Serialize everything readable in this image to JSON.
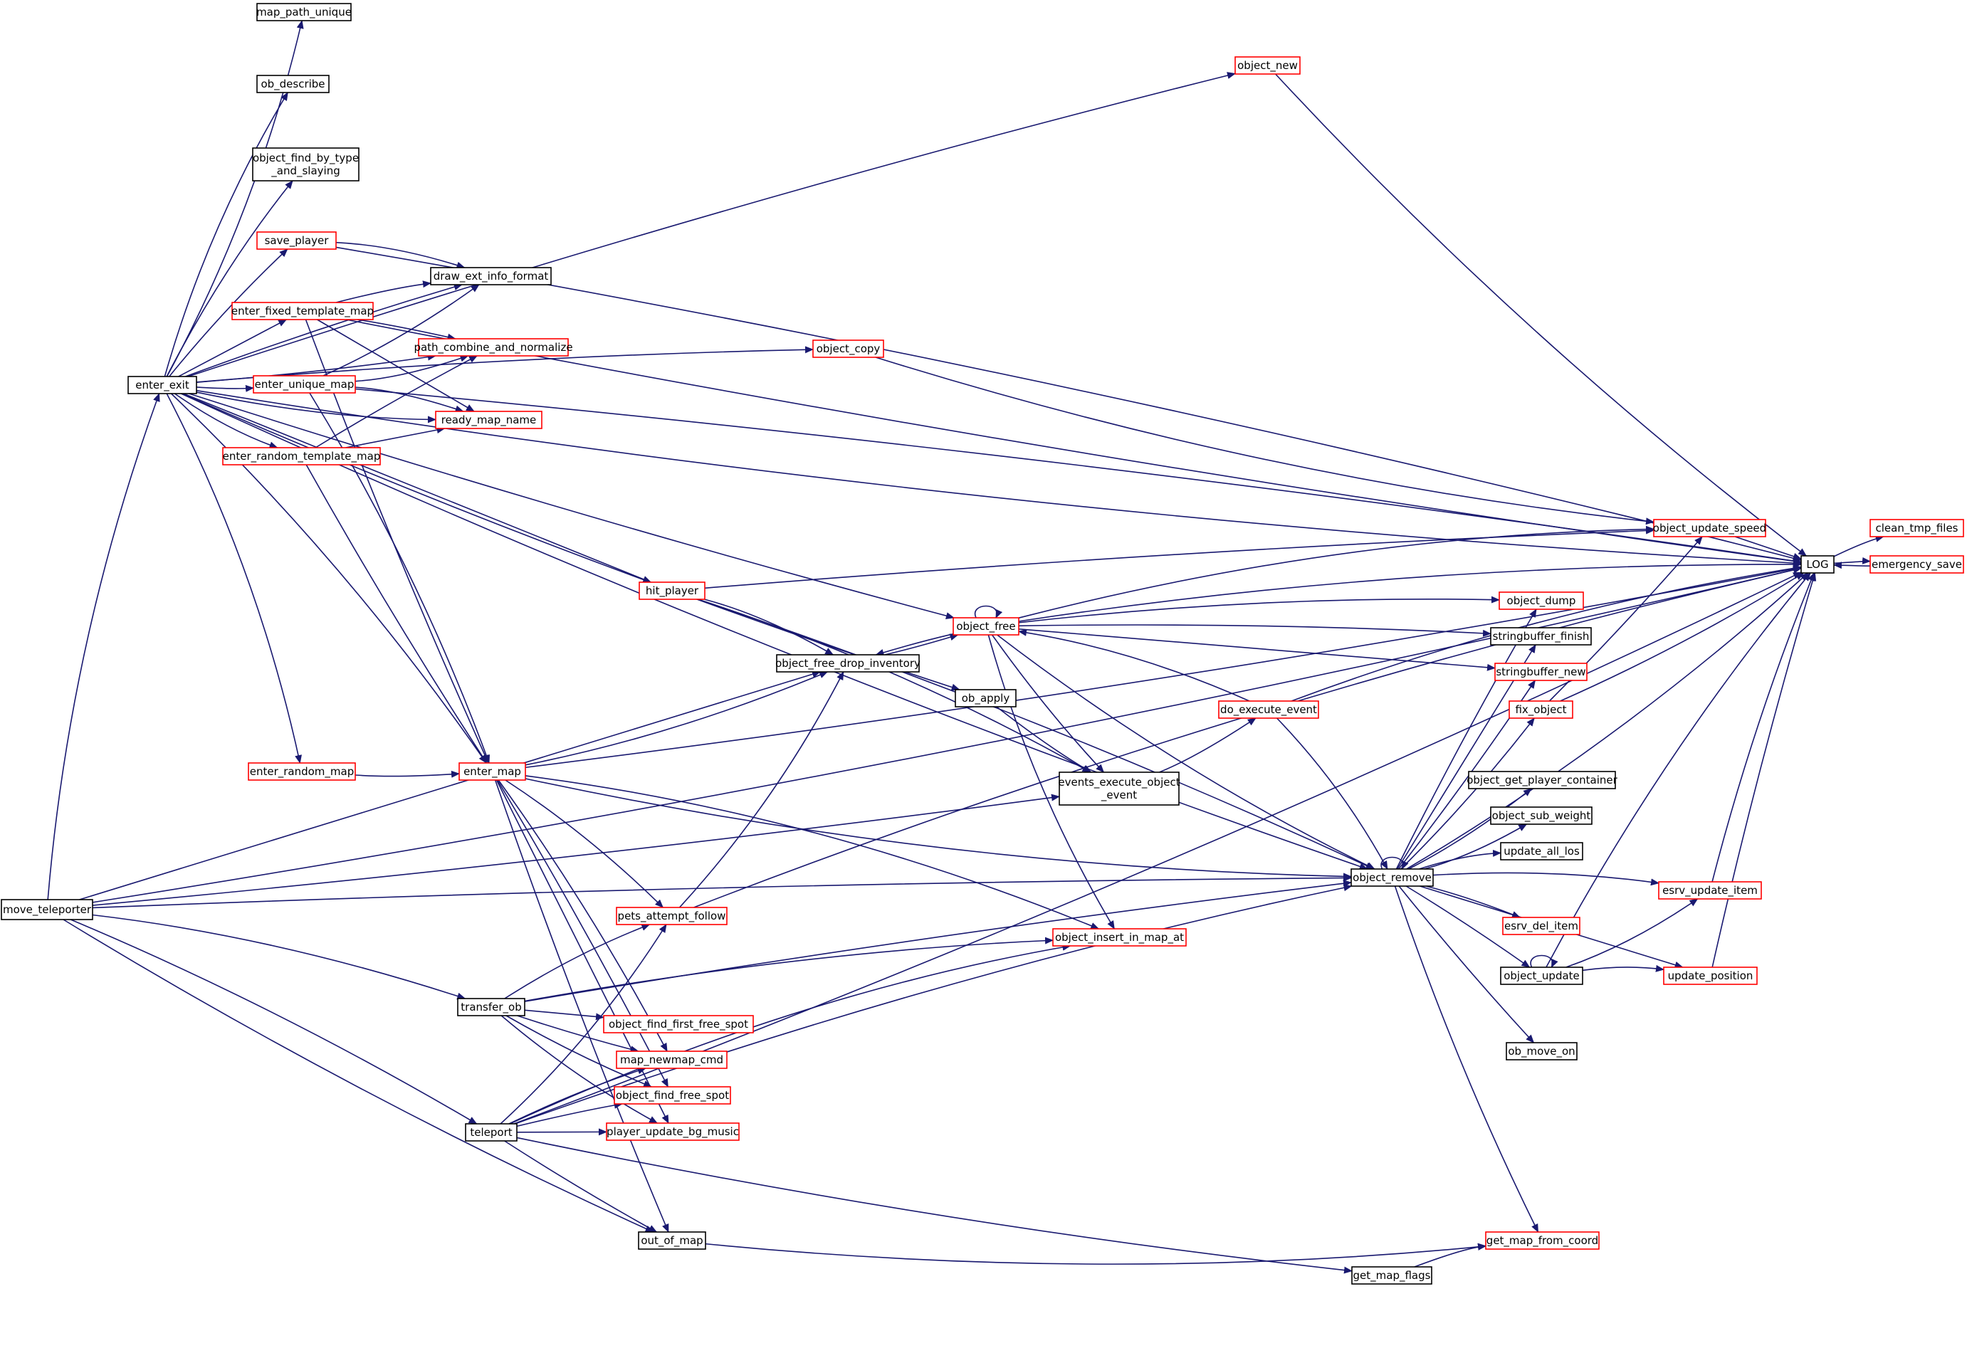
{
  "graph": {
    "edge_color": "#191970",
    "node_fill": "#ffffff",
    "complete_border_color": "#000000",
    "truncated_border_color": "#ff0000",
    "nodes": [
      {
        "id": "move_teleporter",
        "label": [
          "move_teleporter"
        ],
        "root": true
      },
      {
        "id": "enter_exit",
        "label": [
          "enter_exit"
        ]
      },
      {
        "id": "map_path_unique",
        "label": [
          "map_path_unique"
        ]
      },
      {
        "id": "ob_describe",
        "label": [
          "ob_describe"
        ]
      },
      {
        "id": "object_find_by_type_and_slaying",
        "label": [
          "object_find_by_type",
          "_and_slaying"
        ]
      },
      {
        "id": "save_player",
        "label": [
          "save_player"
        ],
        "truncated": true
      },
      {
        "id": "draw_ext_info_format",
        "label": [
          "draw_ext_info_format"
        ]
      },
      {
        "id": "enter_fixed_template_map",
        "label": [
          "enter_fixed_template_map"
        ],
        "truncated": true
      },
      {
        "id": "path_combine_and_normalize",
        "label": [
          "path_combine_and_normalize"
        ],
        "truncated": true
      },
      {
        "id": "enter_unique_map",
        "label": [
          "enter_unique_map"
        ],
        "truncated": true
      },
      {
        "id": "ready_map_name",
        "label": [
          "ready_map_name"
        ],
        "truncated": true
      },
      {
        "id": "enter_random_template_map",
        "label": [
          "enter_random_template_map"
        ],
        "truncated": true
      },
      {
        "id": "enter_random_map",
        "label": [
          "enter_random_map"
        ],
        "truncated": true
      },
      {
        "id": "enter_map",
        "label": [
          "enter_map"
        ],
        "truncated": true
      },
      {
        "id": "object_new",
        "label": [
          "object_new"
        ],
        "truncated": true
      },
      {
        "id": "object_copy",
        "label": [
          "object_copy"
        ],
        "truncated": true
      },
      {
        "id": "hit_player",
        "label": [
          "hit_player"
        ],
        "truncated": true
      },
      {
        "id": "object_free",
        "label": [
          "object_free"
        ],
        "truncated": true
      },
      {
        "id": "object_free_drop_inventory",
        "label": [
          "object_free_drop_inventory"
        ]
      },
      {
        "id": "ob_apply",
        "label": [
          "ob_apply"
        ]
      },
      {
        "id": "events_execute_object_event",
        "label": [
          "events_execute_object",
          "_event"
        ]
      },
      {
        "id": "do_execute_event",
        "label": [
          "do_execute_event"
        ],
        "truncated": true
      },
      {
        "id": "object_remove",
        "label": [
          "object_remove"
        ]
      },
      {
        "id": "object_insert_in_map_at",
        "label": [
          "object_insert_in_map_at"
        ],
        "truncated": true
      },
      {
        "id": "pets_attempt_follow",
        "label": [
          "pets_attempt_follow"
        ],
        "truncated": true
      },
      {
        "id": "transfer_ob",
        "label": [
          "transfer_ob"
        ]
      },
      {
        "id": "object_find_first_free_spot",
        "label": [
          "object_find_first_free_spot"
        ],
        "truncated": true
      },
      {
        "id": "map_newmap_cmd",
        "label": [
          "map_newmap_cmd"
        ],
        "truncated": true
      },
      {
        "id": "object_find_free_spot",
        "label": [
          "object_find_free_spot"
        ],
        "truncated": true
      },
      {
        "id": "player_update_bg_music",
        "label": [
          "player_update_bg_music"
        ],
        "truncated": true
      },
      {
        "id": "teleport",
        "label": [
          "teleport"
        ]
      },
      {
        "id": "out_of_map",
        "label": [
          "out_of_map"
        ]
      },
      {
        "id": "get_map_flags",
        "label": [
          "get_map_flags"
        ]
      },
      {
        "id": "get_map_from_coord",
        "label": [
          "get_map_from_coord"
        ],
        "truncated": true
      },
      {
        "id": "LOG",
        "label": [
          "LOG"
        ]
      },
      {
        "id": "clean_tmp_files",
        "label": [
          "clean_tmp_files"
        ],
        "truncated": true
      },
      {
        "id": "emergency_save",
        "label": [
          "emergency_save"
        ],
        "truncated": true
      },
      {
        "id": "object_update_speed",
        "label": [
          "object_update_speed"
        ],
        "truncated": true
      },
      {
        "id": "object_dump",
        "label": [
          "object_dump"
        ],
        "truncated": true
      },
      {
        "id": "stringbuffer_finish",
        "label": [
          "stringbuffer_finish"
        ]
      },
      {
        "id": "stringbuffer_new",
        "label": [
          "stringbuffer_new"
        ],
        "truncated": true
      },
      {
        "id": "fix_object",
        "label": [
          "fix_object"
        ],
        "truncated": true
      },
      {
        "id": "object_get_player_container",
        "label": [
          "object_get_player_container"
        ]
      },
      {
        "id": "object_sub_weight",
        "label": [
          "object_sub_weight"
        ]
      },
      {
        "id": "update_all_los",
        "label": [
          "update_all_los"
        ]
      },
      {
        "id": "esrv_update_item",
        "label": [
          "esrv_update_item"
        ],
        "truncated": true
      },
      {
        "id": "esrv_del_item",
        "label": [
          "esrv_del_item"
        ],
        "truncated": true
      },
      {
        "id": "object_update",
        "label": [
          "object_update"
        ]
      },
      {
        "id": "update_position",
        "label": [
          "update_position"
        ],
        "truncated": true
      },
      {
        "id": "ob_move_on",
        "label": [
          "ob_move_on"
        ]
      }
    ],
    "edges": [
      [
        "move_teleporter",
        "enter_exit"
      ],
      [
        "move_teleporter",
        "transfer_ob"
      ],
      [
        "move_teleporter",
        "teleport"
      ],
      [
        "move_teleporter",
        "object_remove"
      ],
      [
        "move_teleporter",
        "object_free_drop_inventory"
      ],
      [
        "move_teleporter",
        "events_execute_object_event"
      ],
      [
        "move_teleporter",
        "out_of_map"
      ],
      [
        "move_teleporter",
        "LOG"
      ],
      [
        "enter_exit",
        "map_path_unique"
      ],
      [
        "enter_exit",
        "ob_describe"
      ],
      [
        "enter_exit",
        "object_find_by_type_and_slaying"
      ],
      [
        "enter_exit",
        "save_player"
      ],
      [
        "enter_exit",
        "draw_ext_info_format"
      ],
      [
        "enter_exit",
        "enter_fixed_template_map"
      ],
      [
        "enter_exit",
        "path_combine_and_normalize"
      ],
      [
        "enter_exit",
        "enter_unique_map"
      ],
      [
        "enter_exit",
        "ready_map_name"
      ],
      [
        "enter_exit",
        "enter_random_template_map"
      ],
      [
        "enter_exit",
        "enter_random_map"
      ],
      [
        "enter_exit",
        "enter_map"
      ],
      [
        "enter_exit",
        "object_new"
      ],
      [
        "enter_exit",
        "object_copy"
      ],
      [
        "enter_exit",
        "hit_player"
      ],
      [
        "enter_exit",
        "object_free"
      ],
      [
        "enter_exit",
        "ob_apply"
      ],
      [
        "enter_exit",
        "object_remove"
      ],
      [
        "enter_exit",
        "LOG"
      ],
      [
        "save_player",
        "draw_ext_info_format"
      ],
      [
        "save_player",
        "LOG"
      ],
      [
        "enter_fixed_template_map",
        "draw_ext_info_format"
      ],
      [
        "enter_fixed_template_map",
        "path_combine_and_normalize"
      ],
      [
        "enter_fixed_template_map",
        "ready_map_name"
      ],
      [
        "enter_fixed_template_map",
        "enter_map"
      ],
      [
        "enter_fixed_template_map",
        "LOG"
      ],
      [
        "enter_unique_map",
        "draw_ext_info_format"
      ],
      [
        "enter_unique_map",
        "path_combine_and_normalize"
      ],
      [
        "enter_unique_map",
        "ready_map_name"
      ],
      [
        "enter_unique_map",
        "enter_map"
      ],
      [
        "enter_unique_map",
        "LOG"
      ],
      [
        "enter_random_template_map",
        "path_combine_and_normalize"
      ],
      [
        "enter_random_template_map",
        "ready_map_name"
      ],
      [
        "enter_random_template_map",
        "enter_map"
      ],
      [
        "enter_random_map",
        "enter_map"
      ],
      [
        "enter_map",
        "object_free_drop_inventory"
      ],
      [
        "enter_map",
        "object_remove"
      ],
      [
        "enter_map",
        "object_insert_in_map_at"
      ],
      [
        "enter_map",
        "pets_attempt_follow"
      ],
      [
        "enter_map",
        "map_newmap_cmd"
      ],
      [
        "enter_map",
        "object_find_free_spot"
      ],
      [
        "enter_map",
        "player_update_bg_music"
      ],
      [
        "enter_map",
        "out_of_map"
      ],
      [
        "enter_map",
        "LOG"
      ],
      [
        "object_new",
        "LOG"
      ],
      [
        "object_copy",
        "object_update_speed"
      ],
      [
        "hit_player",
        "object_free_drop_inventory"
      ],
      [
        "hit_player",
        "events_execute_object_event"
      ],
      [
        "hit_player",
        "object_remove"
      ],
      [
        "hit_player",
        "object_update_speed"
      ],
      [
        "object_free",
        "object_free"
      ],
      [
        "object_free",
        "object_free_drop_inventory"
      ],
      [
        "object_free",
        "events_execute_object_event"
      ],
      [
        "object_free",
        "object_remove"
      ],
      [
        "object_free",
        "object_insert_in_map_at"
      ],
      [
        "object_free",
        "object_update_speed"
      ],
      [
        "object_free",
        "LOG"
      ],
      [
        "object_free",
        "object_dump"
      ],
      [
        "object_free",
        "stringbuffer_finish"
      ],
      [
        "object_free",
        "stringbuffer_new"
      ],
      [
        "object_free_drop_inventory",
        "object_free"
      ],
      [
        "ob_apply",
        "events_execute_object_event"
      ],
      [
        "events_execute_object_event",
        "do_execute_event"
      ],
      [
        "do_execute_event",
        "object_free"
      ],
      [
        "do_execute_event",
        "object_remove"
      ],
      [
        "do_execute_event",
        "LOG"
      ],
      [
        "object_remove",
        "object_remove"
      ],
      [
        "object_remove",
        "object_dump"
      ],
      [
        "object_remove",
        "stringbuffer_finish"
      ],
      [
        "object_remove",
        "stringbuffer_new"
      ],
      [
        "object_remove",
        "fix_object"
      ],
      [
        "object_remove",
        "object_get_player_container"
      ],
      [
        "object_remove",
        "object_sub_weight"
      ],
      [
        "object_remove",
        "update_all_los"
      ],
      [
        "object_remove",
        "esrv_update_item"
      ],
      [
        "object_remove",
        "esrv_del_item"
      ],
      [
        "object_remove",
        "object_update"
      ],
      [
        "object_remove",
        "update_position"
      ],
      [
        "object_remove",
        "ob_move_on"
      ],
      [
        "object_remove",
        "get_map_from_coord"
      ],
      [
        "object_remove",
        "LOG"
      ],
      [
        "pets_attempt_follow",
        "object_free_drop_inventory"
      ],
      [
        "pets_attempt_follow",
        "LOG"
      ],
      [
        "transfer_ob",
        "pets_attempt_follow"
      ],
      [
        "transfer_ob",
        "object_insert_in_map_at"
      ],
      [
        "transfer_ob",
        "object_remove"
      ],
      [
        "transfer_ob",
        "object_find_first_free_spot"
      ],
      [
        "transfer_ob",
        "map_newmap_cmd"
      ],
      [
        "transfer_ob",
        "object_find_free_spot"
      ],
      [
        "transfer_ob",
        "player_update_bg_music"
      ],
      [
        "teleport",
        "pets_attempt_follow"
      ],
      [
        "teleport",
        "object_insert_in_map_at"
      ],
      [
        "teleport",
        "object_remove"
      ],
      [
        "teleport",
        "map_newmap_cmd"
      ],
      [
        "teleport",
        "object_find_free_spot"
      ],
      [
        "teleport",
        "player_update_bg_music"
      ],
      [
        "teleport",
        "out_of_map"
      ],
      [
        "teleport",
        "get_map_flags"
      ],
      [
        "teleport",
        "LOG"
      ],
      [
        "out_of_map",
        "get_map_from_coord"
      ],
      [
        "get_map_flags",
        "get_map_from_coord"
      ],
      [
        "LOG",
        "clean_tmp_files"
      ],
      [
        "LOG",
        "emergency_save"
      ],
      [
        "emergency_save",
        "LOG"
      ],
      [
        "object_update_speed",
        "LOG"
      ],
      [
        "fix_object",
        "object_update_speed"
      ],
      [
        "fix_object",
        "LOG"
      ],
      [
        "object_update",
        "object_update"
      ],
      [
        "object_update",
        "esrv_update_item"
      ],
      [
        "object_update",
        "update_position"
      ],
      [
        "object_update",
        "LOG"
      ],
      [
        "esrv_update_item",
        "LOG"
      ],
      [
        "update_position",
        "LOG"
      ]
    ]
  }
}
